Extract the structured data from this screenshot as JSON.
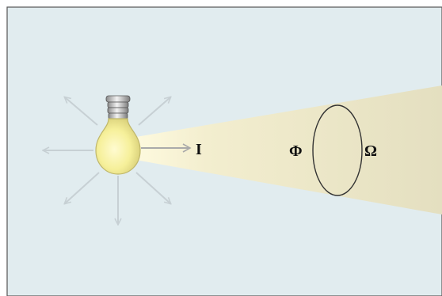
{
  "diagram": {
    "colors": {
      "panel_bg": "#e1ecef",
      "panel_border": "#555555",
      "beam_start": "#f6f1c9",
      "beam_end": "#e6e1c1",
      "bulb": "#f4efa2",
      "bulb_rim": "#bfb76a",
      "arrows": "#c7d0d4",
      "ellipse": "#333333"
    },
    "labels": {
      "intensity": "I",
      "flux": "Φ",
      "solid_angle": "Ω"
    },
    "icons": {
      "light_source": "lightbulb-icon"
    }
  }
}
